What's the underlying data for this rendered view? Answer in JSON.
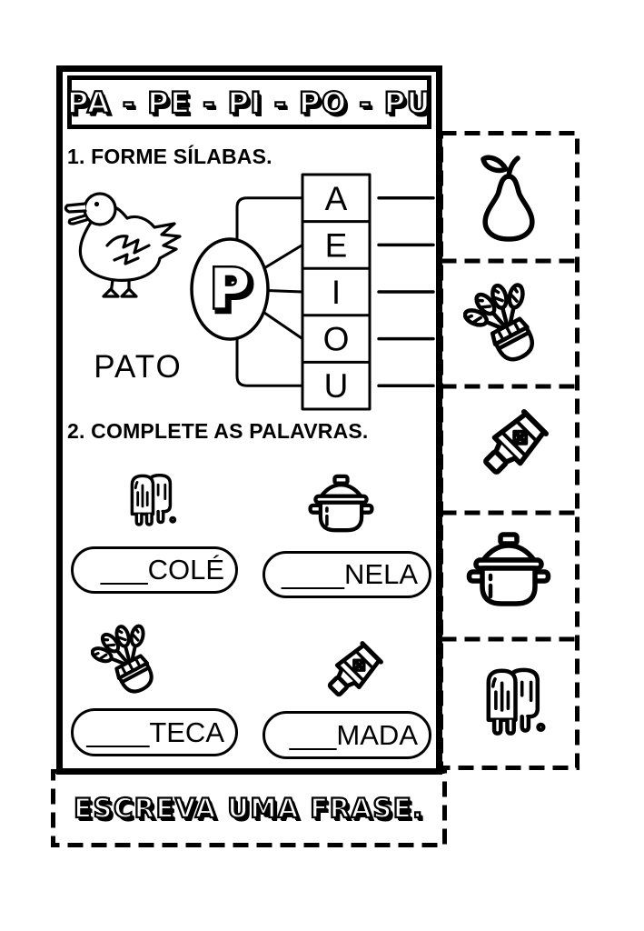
{
  "colors": {
    "ink": "#000000",
    "paper": "#ffffff"
  },
  "title_banner": {
    "text": "PA - PE - PI - PO - PU"
  },
  "section1": {
    "heading": "1. FORME SÍLABAS.",
    "example": {
      "icon": "duck-icon",
      "word": "PATO"
    },
    "consonant": "P",
    "vowels": [
      "A",
      "E",
      "I",
      "O",
      "U"
    ],
    "blank_lines": 5
  },
  "section2": {
    "heading": "2. COMPLETE AS PALAVRAS.",
    "items": [
      {
        "icon": "popsicle-icon",
        "blank": "___COLÉ"
      },
      {
        "icon": "cooking-pot-icon",
        "blank": "____NELA"
      },
      {
        "icon": "shuttlecock-icon",
        "blank": "____TECA"
      },
      {
        "icon": "ointment-tube-icon",
        "blank": "___MADA"
      }
    ]
  },
  "cutout_column": {
    "cards": [
      {
        "icon": "pear-icon"
      },
      {
        "icon": "shuttlecock-icon"
      },
      {
        "icon": "ointment-tube-icon"
      },
      {
        "icon": "cooking-pot-icon"
      },
      {
        "icon": "popsicle-icon"
      }
    ]
  },
  "footer_banner": {
    "text": "ESCREVA UMA FRASE."
  }
}
